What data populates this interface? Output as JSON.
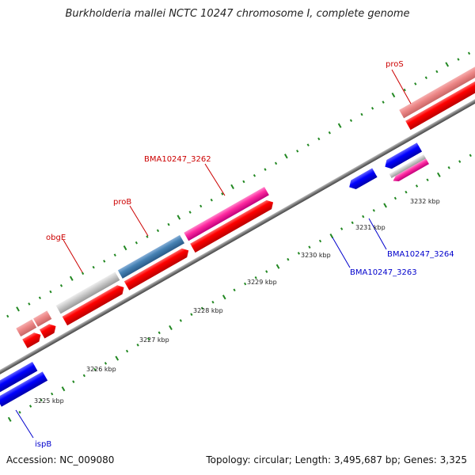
{
  "title": "Burkholderia mallei NCTC 10247 chromosome I, complete genome",
  "footer": {
    "accession": "Accession: NC_009080",
    "summary": "Topology: circular; Length: 3,495,687 bp; Genes: 3,325"
  },
  "colors": {
    "backbone": "#888888",
    "forward_label": "#cc0000",
    "reverse_label": "#0000cc",
    "tick": "#228822"
  },
  "kbp_labels": [
    "3225 kbp",
    "3226 kbp",
    "3227 kbp",
    "3228 kbp",
    "3229 kbp",
    "3230 kbp",
    "3231 kbp",
    "3232 kbp"
  ],
  "genes": [
    {
      "name": "ispB",
      "strand": "reverse"
    },
    {
      "name": "obgE",
      "strand": "forward"
    },
    {
      "name": "proB",
      "strand": "forward"
    },
    {
      "name": "BMA10247_3262",
      "strand": "forward"
    },
    {
      "name": "BMA10247_3263",
      "strand": "reverse"
    },
    {
      "name": "BMA10247_3264",
      "strand": "reverse"
    },
    {
      "name": "proS",
      "strand": "forward"
    }
  ]
}
